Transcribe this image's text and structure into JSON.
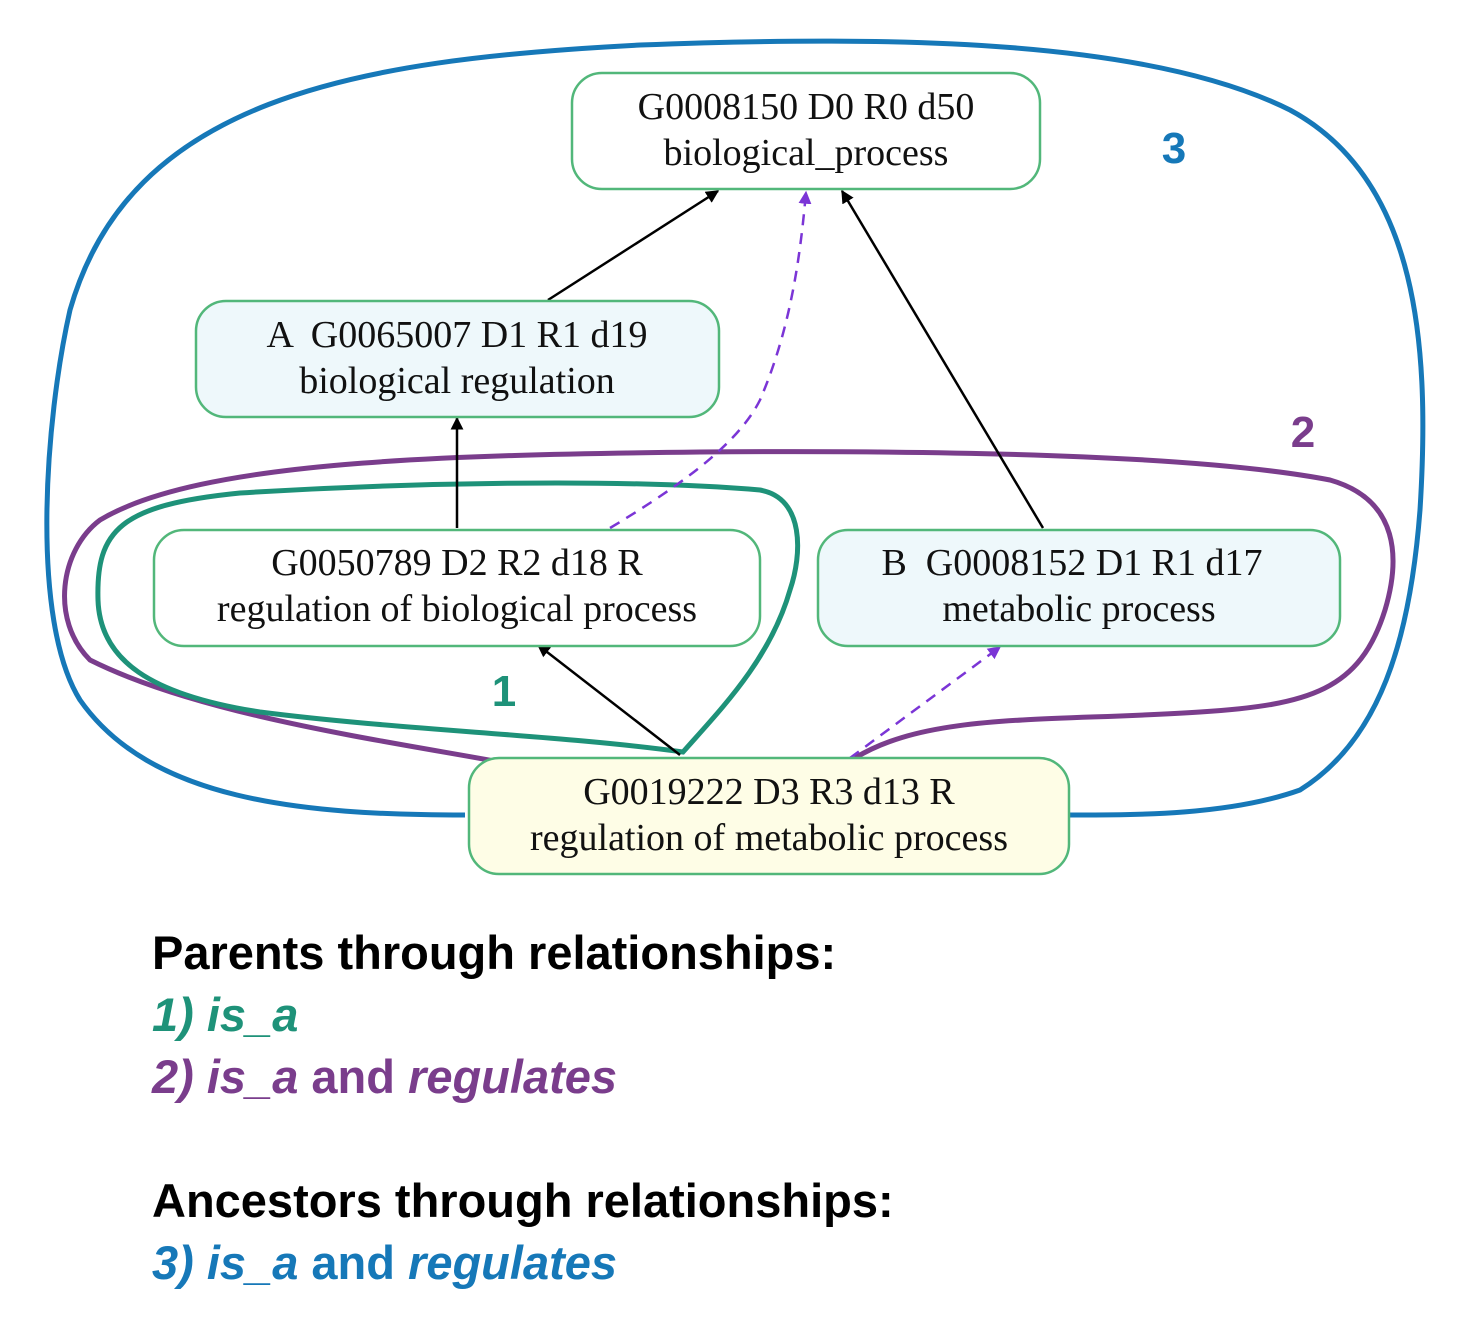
{
  "colors": {
    "node_border": "#52b77a",
    "node_fill_white": "#ffffff",
    "node_fill_blue": "#eef8fb",
    "node_fill_yellow": "#fefde6",
    "edge_is_a": "#000000",
    "edge_regulates": "#7b35d6",
    "group1": "#1e9279",
    "group2": "#7a3d8c",
    "group3": "#1678b8"
  },
  "nodes": {
    "n8150": {
      "line1": "G0008150 D0 R0 d50",
      "line2": "biological_process"
    },
    "n65007": {
      "line1": "A  G0065007 D1 R1 d19",
      "line2": "biological regulation"
    },
    "n50789": {
      "line1": "G0050789 D2 R2 d18 R",
      "line2": "regulation of biological process"
    },
    "n8152": {
      "line1": "B  G0008152 D1 R1 d17",
      "line2": "metabolic process"
    },
    "n19222": {
      "line1": "G0019222 D3 R3 d13 R",
      "line2": "regulation of metabolic process"
    }
  },
  "groups": {
    "g1": "1",
    "g2": "2",
    "g3": "3"
  },
  "legend": {
    "parents_heading": "Parents through relationships:",
    "item1_num": "1)",
    "item1_rel": "is_a",
    "item2_num": "2)",
    "item2_rel1": "is_a",
    "item2_and": "and",
    "item2_rel2": "regulates",
    "ancestors_heading": "Ancestors through relationships:",
    "item3_num": "3)",
    "item3_rel1": "is_a",
    "item3_and": "and",
    "item3_rel2": "regulates"
  }
}
